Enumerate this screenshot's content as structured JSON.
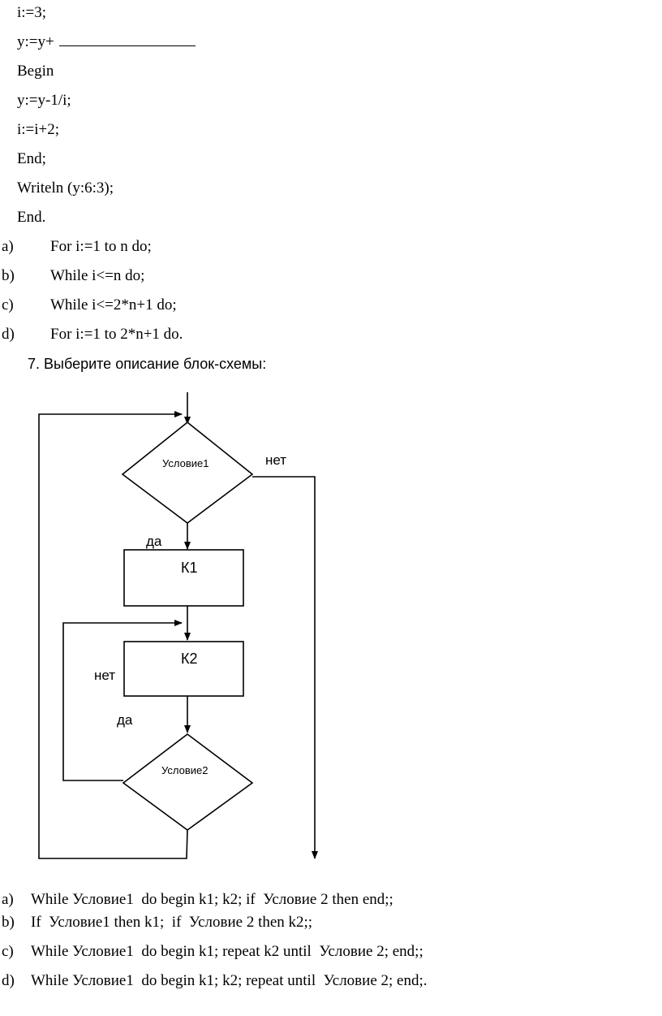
{
  "code": {
    "l1": "i:=3;",
    "l2": "y:=y+",
    "l3": "Begin",
    "l4": "y:=y-1/i;",
    "l5": "i:=i+2;",
    "l6": "End;",
    "l7": "Writeln (y:6:3);",
    "l8": "End."
  },
  "options1": [
    {
      "letter": "a)",
      "text": "For i:=1 to n do;"
    },
    {
      "letter": "b)",
      "text": "While i<=n do;"
    },
    {
      "letter": "c)",
      "text": "While i<=2*n+1 do;"
    },
    {
      "letter": "d)",
      "text": "For i:=1 to 2*n+1 do."
    }
  ],
  "question7": "7. Выберите описание блок-схемы:",
  "flowchart": {
    "cond1": "Условие1",
    "no1": "нет",
    "yes1": "да",
    "k1": "К1",
    "k2": "К2",
    "no2": "нет",
    "yes2": "да",
    "cond2": "Условие2"
  },
  "options2": [
    {
      "letter": "a)",
      "text": "While Условие1  do begin k1; k2; if  Условие 2 then end;;"
    },
    {
      "letter": "b)",
      "text": "If  Условие1 then k1;  if  Условие 2 then k2;;"
    },
    {
      "letter": "c)",
      "text": "While Условие1  do begin k1; repeat k2 until  Условие 2; end;;"
    },
    {
      "letter": "d)",
      "text": "While Условие1  do begin k1; k2; repeat until  Условие 2; end;."
    }
  ]
}
